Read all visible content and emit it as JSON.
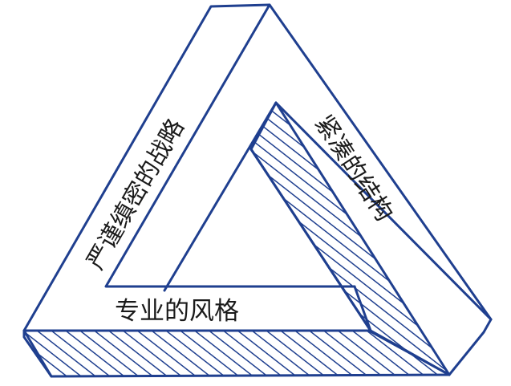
{
  "diagram": {
    "style": "impossible-triangle-sketch",
    "line_color": "#1f3f8f",
    "hatch_color": "#1f3f8f",
    "background_color": "#ffffff",
    "labels": {
      "left_side": "严谨缜密的战略",
      "right_side": "紧凑的结构",
      "bottom_side": "专业的风格"
    }
  }
}
